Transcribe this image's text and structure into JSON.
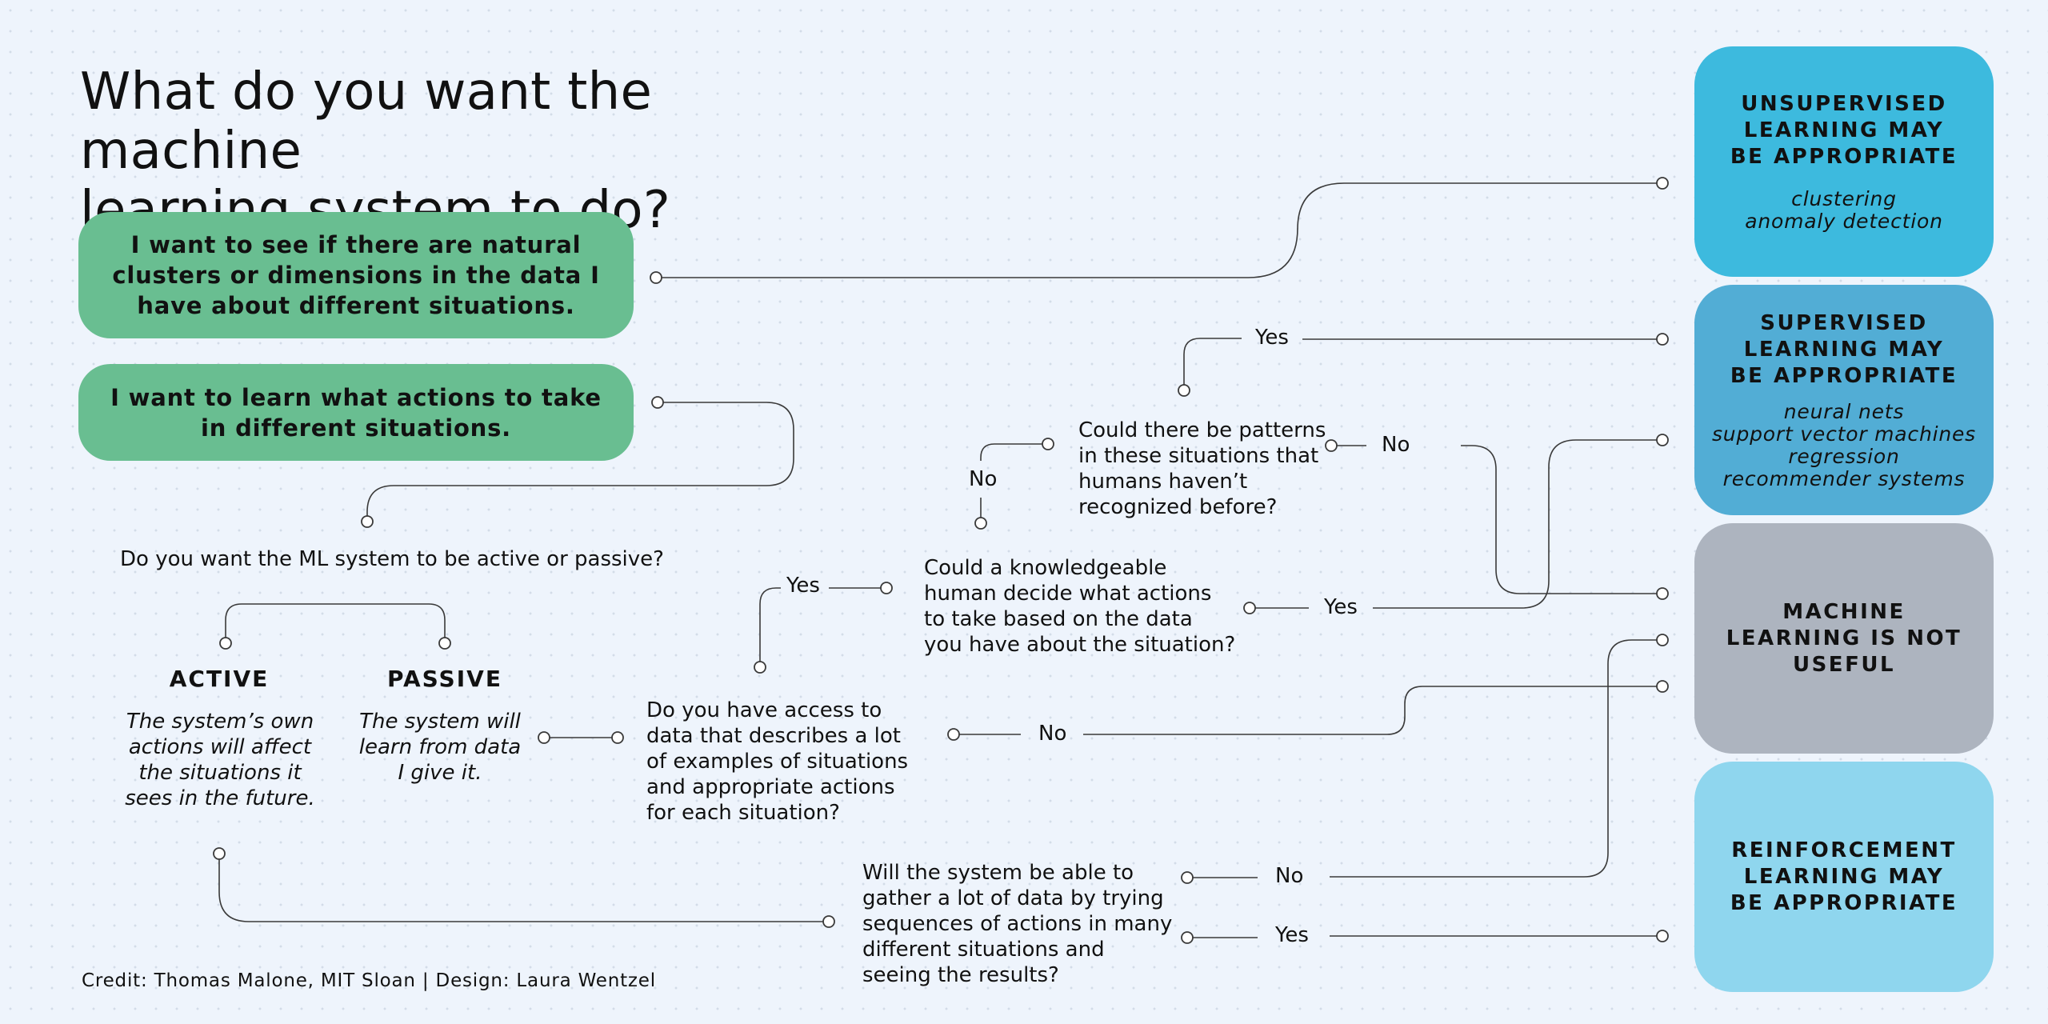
{
  "title_line1": "What do you want the machine",
  "title_line2": "learning system to do?",
  "starts": {
    "clusters": "I want to see if there are natural clusters or dimensions in the data I have about different situations.",
    "actions": "I want to learn what actions to take in different situations."
  },
  "questions": {
    "active_passive": "Do you want the ML system to be active or passive?",
    "access": "Do you have access to data that describes a lot of examples of situations and appropriate actions for each situation?",
    "human": "Could a knowledgeable human decide what actions to take based on the data you have about the situation?",
    "patterns": "Could there be patterns in these situations that humans haven’t recognized before?",
    "gather": "Will the system be able to gather a lot of data by trying sequences of actions in many different situations and seeing the results?"
  },
  "modes": {
    "active_title": "ACTIVE",
    "active_desc": "The system’s own actions will affect the situations it sees in the future.",
    "passive_title": "PASSIVE",
    "passive_desc": "The system will learn from data I give it."
  },
  "answers": {
    "yes": "Yes",
    "no": "No"
  },
  "outcomes": {
    "unsupervised_title": "UNSUPERVISED LEARNING MAY BE APPROPRIATE",
    "unsupervised_sub": "clustering\nanomaly detection",
    "supervised_title": "SUPERVISED LEARNING MAY BE APPROPRIATE",
    "supervised_sub": "neural nets\nsupport vector machines\nregression\nrecommender systems",
    "not_useful_title": "MACHINE LEARNING IS NOT USEFUL",
    "reinforcement_title": "REINFORCEMENT LEARNING MAY BE APPROPRIATE"
  },
  "colors": {
    "start_green": "#69be91",
    "unsupervised": "#3dbade",
    "supervised": "#52add5",
    "not_useful": "#adb4bf",
    "reinforcement": "#8fd6ee"
  },
  "credit": "Credit: Thomas Malone, MIT Sloan | Design: Laura Wentzel"
}
